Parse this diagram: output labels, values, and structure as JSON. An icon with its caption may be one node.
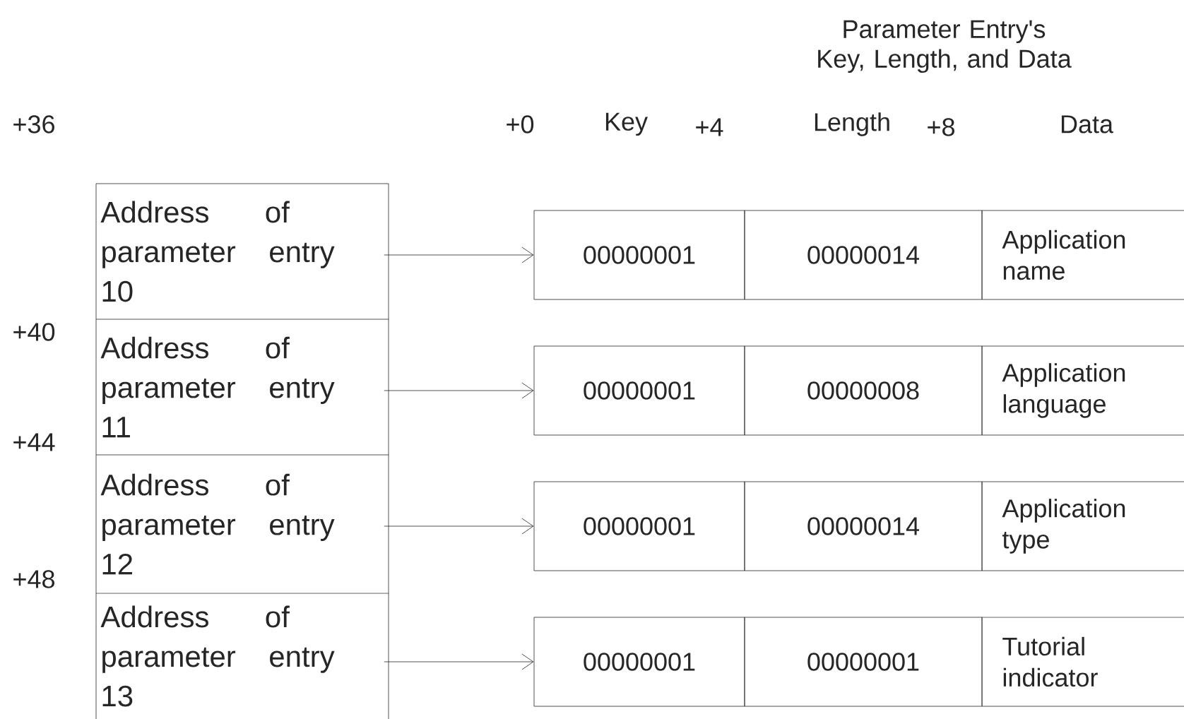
{
  "diagram": {
    "title": "Parameter Entry's Key, Length, and Data",
    "nodes": [
      {
        "text": [
          "Address of parameter entry 10"
        ]
      },
      {
        "text": [
          "Address of parameter entry 11"
        ]
      },
      {
        "text": [
          "Address of parameter entry 12"
        ]
      },
      {
        "text": [
          "Address of parameter entry 13"
        ]
      },
      {
        "text": [
          "00000001"
        ]
      },
      {
        "text": [
          "00000014"
        ]
      },
      {
        "text": [
          "Application name"
        ]
      },
      {
        "text": [
          "00000001"
        ]
      },
      {
        "text": [
          "00000008"
        ]
      },
      {
        "text": [
          "Application language"
        ]
      },
      {
        "text": [
          "00000001"
        ]
      },
      {
        "text": [
          "00000014"
        ]
      },
      {
        "text": [
          "Application type"
        ]
      },
      {
        "text": [
          "00000001"
        ]
      },
      {
        "text": [
          "00000001"
        ]
      },
      {
        "text": [
          "Tutorial indicator"
        ]
      }
    ],
    "edges": [
      {
        "from": 0,
        "to": 4,
        "arrow": "to"
      },
      {
        "from": 1,
        "to": 7,
        "arrow": "to"
      },
      {
        "from": 2,
        "to": 10,
        "arrow": "to"
      },
      {
        "from": 3,
        "to": 13,
        "arrow": "to"
      }
    ],
    "labels": [
      "+36",
      "+0",
      "Key",
      "+4",
      "Length",
      "+8",
      "Data",
      "+40",
      "+44",
      "+48"
    ]
  }
}
